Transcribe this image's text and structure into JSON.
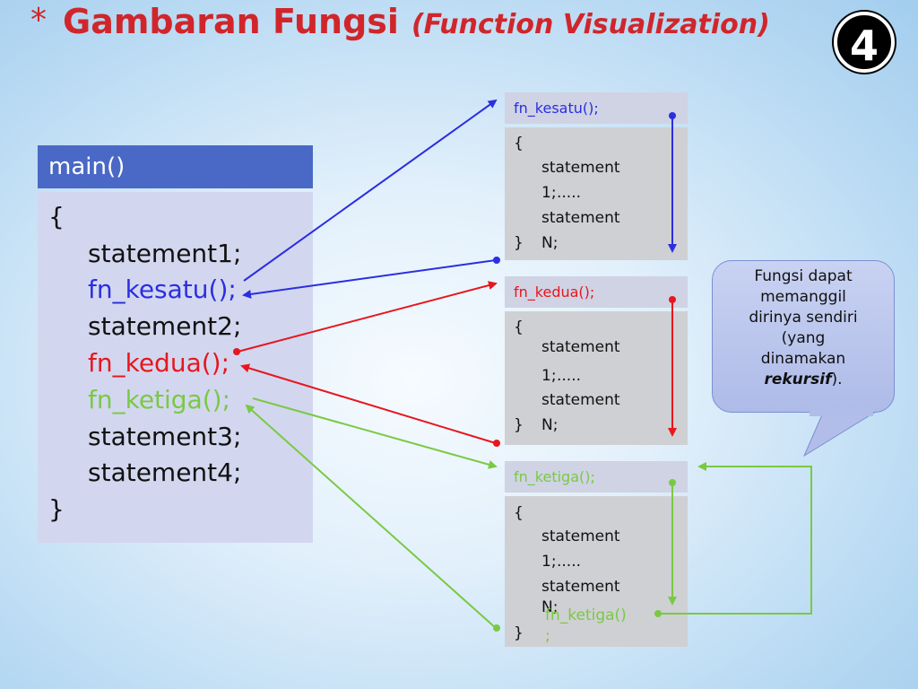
{
  "title": {
    "star": "*",
    "main": "Gambaran Fungsi",
    "sub": "(Function Visualization)"
  },
  "badge": "4",
  "main_box": {
    "header": "main()",
    "open_brace": "{",
    "lines": [
      "statement1;",
      "fn_kesatu();",
      "statement2;",
      "fn_kedua();",
      "fn_ketiga();",
      "statement3;",
      "statement4;"
    ],
    "close_brace": "}"
  },
  "functions": [
    {
      "header": "fn_kesatu();",
      "open_brace": "{",
      "stmt1_a": "statement",
      "stmt1_b": "1;",
      "dots": ".....",
      "stmtN_a": "statement",
      "stmtN_b": "N;",
      "close_brace": "}"
    },
    {
      "header": "fn_kedua();",
      "open_brace": "{",
      "stmt1_a": "statement",
      "stmt1_b": "1;",
      "dots": ".....",
      "stmtN_a": "statement",
      "stmtN_b": "N;",
      "close_brace": "}"
    },
    {
      "header": "fn_ketiga();",
      "open_brace": "{",
      "stmt1_a": "statement",
      "stmt1_b": "1;",
      "dots": ".....",
      "stmtN_a": "statement",
      "stmtN_b": "N;",
      "recursive_call_a": "fn_ketiga()",
      "recursive_call_b": ";",
      "close_brace": "}"
    }
  ],
  "callout": {
    "line1": "Fungsi dapat",
    "line2": "memanggil",
    "line3": "dirinya sendiri",
    "line4": "(yang",
    "line5": "dinamakan",
    "em": "rekursif",
    "tail": ")."
  },
  "colors": {
    "title": "#d0262b",
    "header_blue": "#4a69c6",
    "kesatu": "#2c2ee0",
    "kedua": "#e8161e",
    "ketiga": "#7ac943"
  }
}
